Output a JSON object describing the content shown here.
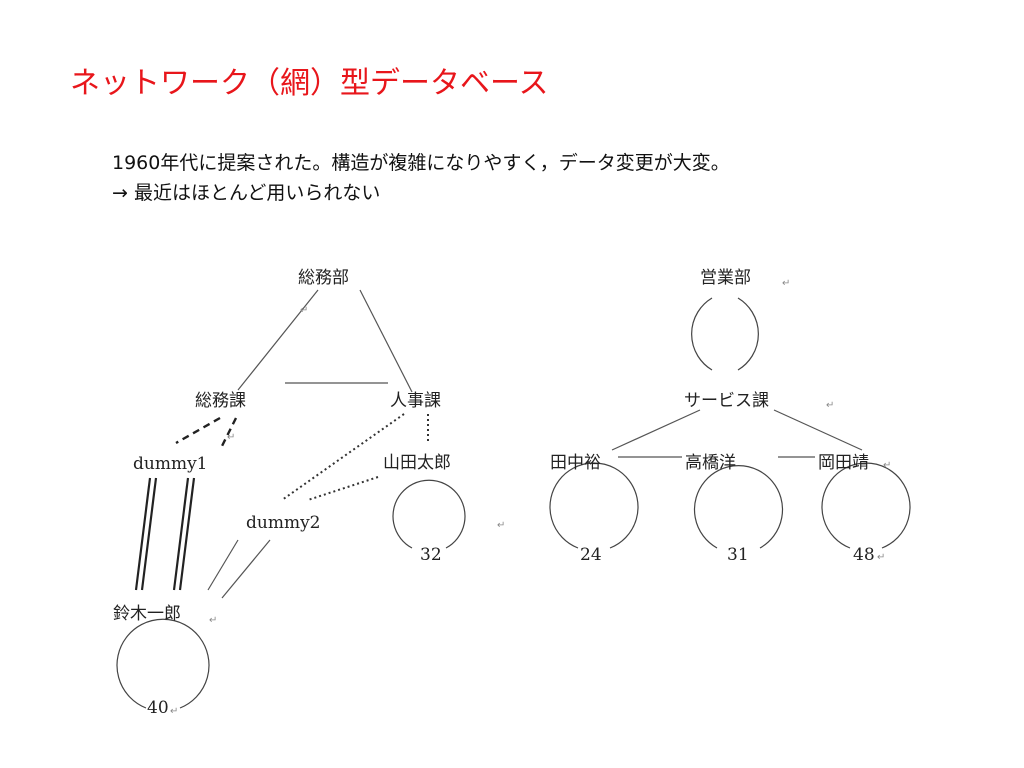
{
  "title": "ネットワーク（網）型データベース",
  "description": {
    "line1": "1960年代に提案された。構造が複雑になりやすく，データ変更が大変。",
    "line2": "→ 最近はほとんど用いられない"
  },
  "diagram": {
    "nodes": {
      "soumubu": "総務部",
      "soumuka": "総務課",
      "jinjika": "人事課",
      "dummy1": "dummy1",
      "dummy2": "dummy2",
      "yamada": "山田太郎",
      "suzuki": "鈴木一郎",
      "eigyoubu": "営業部",
      "servicka": "サービス課",
      "tanaka": "田中裕",
      "takahashi": "高橋洋",
      "okada": "岡田靖"
    },
    "values": {
      "yamada": "32",
      "suzuki": "40",
      "tanaka": "24",
      "takahashi": "31",
      "okada": "48"
    },
    "return_mark": "↵"
  }
}
